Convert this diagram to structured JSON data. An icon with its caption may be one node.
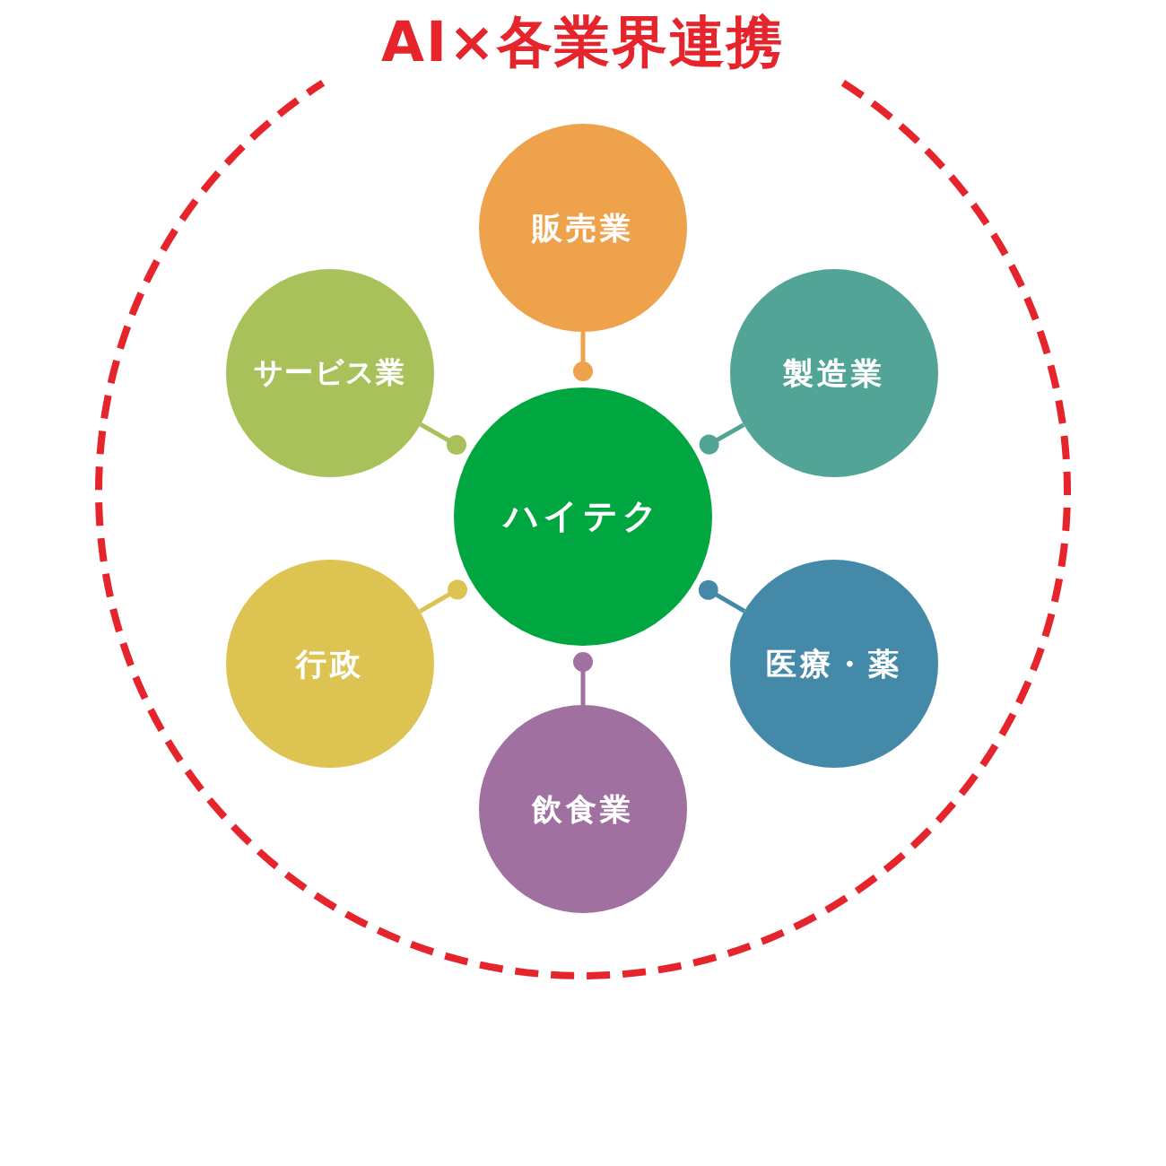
{
  "diagram": {
    "nodes": [
      {
        "text": [
          "AI×各業界連携"
        ]
      },
      {
        "text": [
          "販売業"
        ],
        "in": 0
      },
      {
        "text": [
          "サービス業"
        ],
        "in": 0
      },
      {
        "text": [
          "製造業"
        ],
        "in": 0
      },
      {
        "text": [
          "ハイテク"
        ],
        "in": 0
      },
      {
        "text": [
          "行政"
        ],
        "in": 0
      },
      {
        "text": [
          "医療・薬"
        ],
        "in": 0
      },
      {
        "text": [
          "飲食業"
        ],
        "in": 0
      }
    ],
    "edges": [
      {
        "from": 1,
        "to": 4,
        "arrow": "other",
        "color": "#eea24c"
      },
      {
        "from": 2,
        "to": 4,
        "arrow": "other",
        "color": "#a9c15b"
      },
      {
        "from": 3,
        "to": 4,
        "arrow": "other",
        "color": "#52a497"
      },
      {
        "from": 5,
        "to": 4,
        "arrow": "other",
        "color": "#dcc352"
      },
      {
        "from": 6,
        "to": 4,
        "arrow": "other",
        "color": "#4589a8"
      },
      {
        "from": 7,
        "to": 4,
        "arrow": "other",
        "color": "#a071a0"
      }
    ]
  }
}
